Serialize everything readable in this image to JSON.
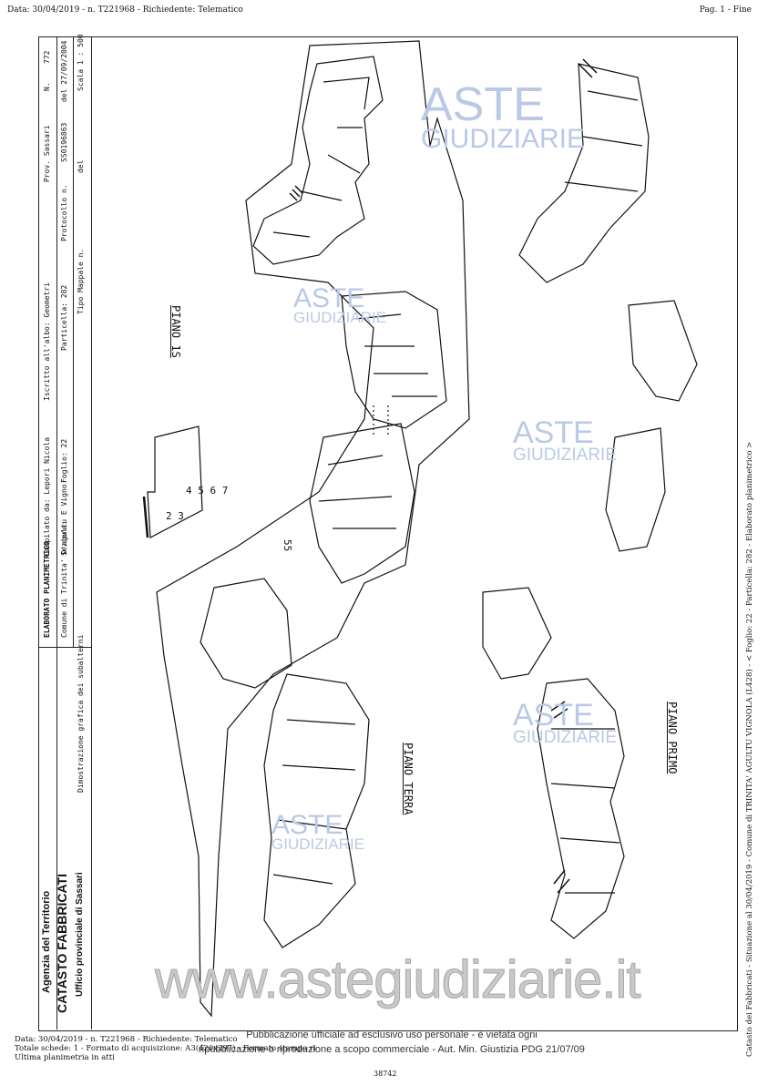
{
  "header": {
    "top_left": "Data: 30/04/2019 - n. T221968 - Richiedente: Telematico",
    "top_right": "Pag. 1 - Fine"
  },
  "agency": {
    "line1": "Agenzia del Territorio",
    "line2": "CATASTO FABBRICATI",
    "line3": "Ufficio provinciale di  Sassari"
  },
  "form": {
    "title": "ELABORATO PLANIMETRICO",
    "compilato": "Compilato da: Lepori Nicola",
    "iscritto": "Iscritto all'albo: Geometri",
    "prov": "Prov.  Sassari",
    "n_label": "N.",
    "n_value": "772",
    "comune": "Comune di Trinita' D'agultu E Vigno",
    "sezione": "Sezione:",
    "foglio": "Foglio: 22",
    "particella": "Particella: 282",
    "protocollo": "Protocollo n.",
    "protocollo_value": "SS0196863",
    "protocollo_del": "del 27/09/2004",
    "dimostrazione": "Dimostrazione grafica dei subalterni",
    "tipo_mappale": "Tipo Mappale n.",
    "del": "del",
    "scala": "Scala 1 : 500"
  },
  "plan_labels": {
    "piano_1s": "PIANO 1S",
    "piano_terra": "PIANO TERRA",
    "piano_primo": "PIANO PRIMO",
    "area_55": "55"
  },
  "watermark": {
    "aste": "ASTE",
    "giudiziarie": "GIUDIZIARIE",
    "site": "www.astegiudiziarie.it"
  },
  "notice": {
    "line1": "Pubblicazione ufficiale ad esclusivo uso personale - è vietata ogni",
    "line2": "ripubblicazione o riproduzione a scopo commerciale - Aut. Min. Giustizia PDG 21/07/09"
  },
  "right_edge": "Catasto dei Fabbricati - Situazione al 30/04/2019 - Comune di TRINITA' AGULTU VIGNOLA (L428) - < Foglio: 22 - Particella: 282 - Elaborato planimetrico >",
  "bottom_info": {
    "line1": "Data: 30/04/2019 - n. T221968 - Richiedente: Telematico",
    "line2": "Totale schede: 1 - Formato di acquisizione: A3(420x297) - Formato stampa richiesto: A3(420x297) - Fattore di scala non utilizzabile",
    "line3": "Ultima planimetria in atti"
  },
  "page_number": "38742"
}
